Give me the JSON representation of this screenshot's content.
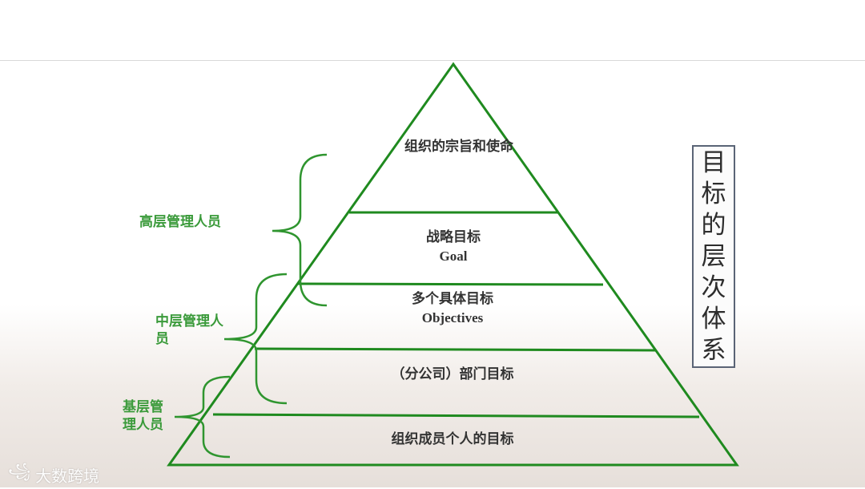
{
  "levels": [
    {
      "cn": "组织的宗旨和使命",
      "en": ""
    },
    {
      "cn": "战略目标",
      "en": "Goal"
    },
    {
      "cn": "多个具体目标",
      "en": "Objectives"
    },
    {
      "cn": "（分公司）部门目标",
      "en": ""
    },
    {
      "cn": "组织成员个人的目标",
      "en": ""
    }
  ],
  "managers": {
    "senior": "高层管理人员",
    "middle": "中层管理人员",
    "base": "基层管理人员"
  },
  "title_chars": [
    "目",
    "标",
    "的",
    "层",
    "次",
    "体",
    "系"
  ],
  "watermark": {
    "logo": "꧁",
    "text": "大数跨境"
  },
  "colors": {
    "pyramid": "#1f8a1f",
    "brace": "#2f952f",
    "label": "#3a9a3a"
  }
}
